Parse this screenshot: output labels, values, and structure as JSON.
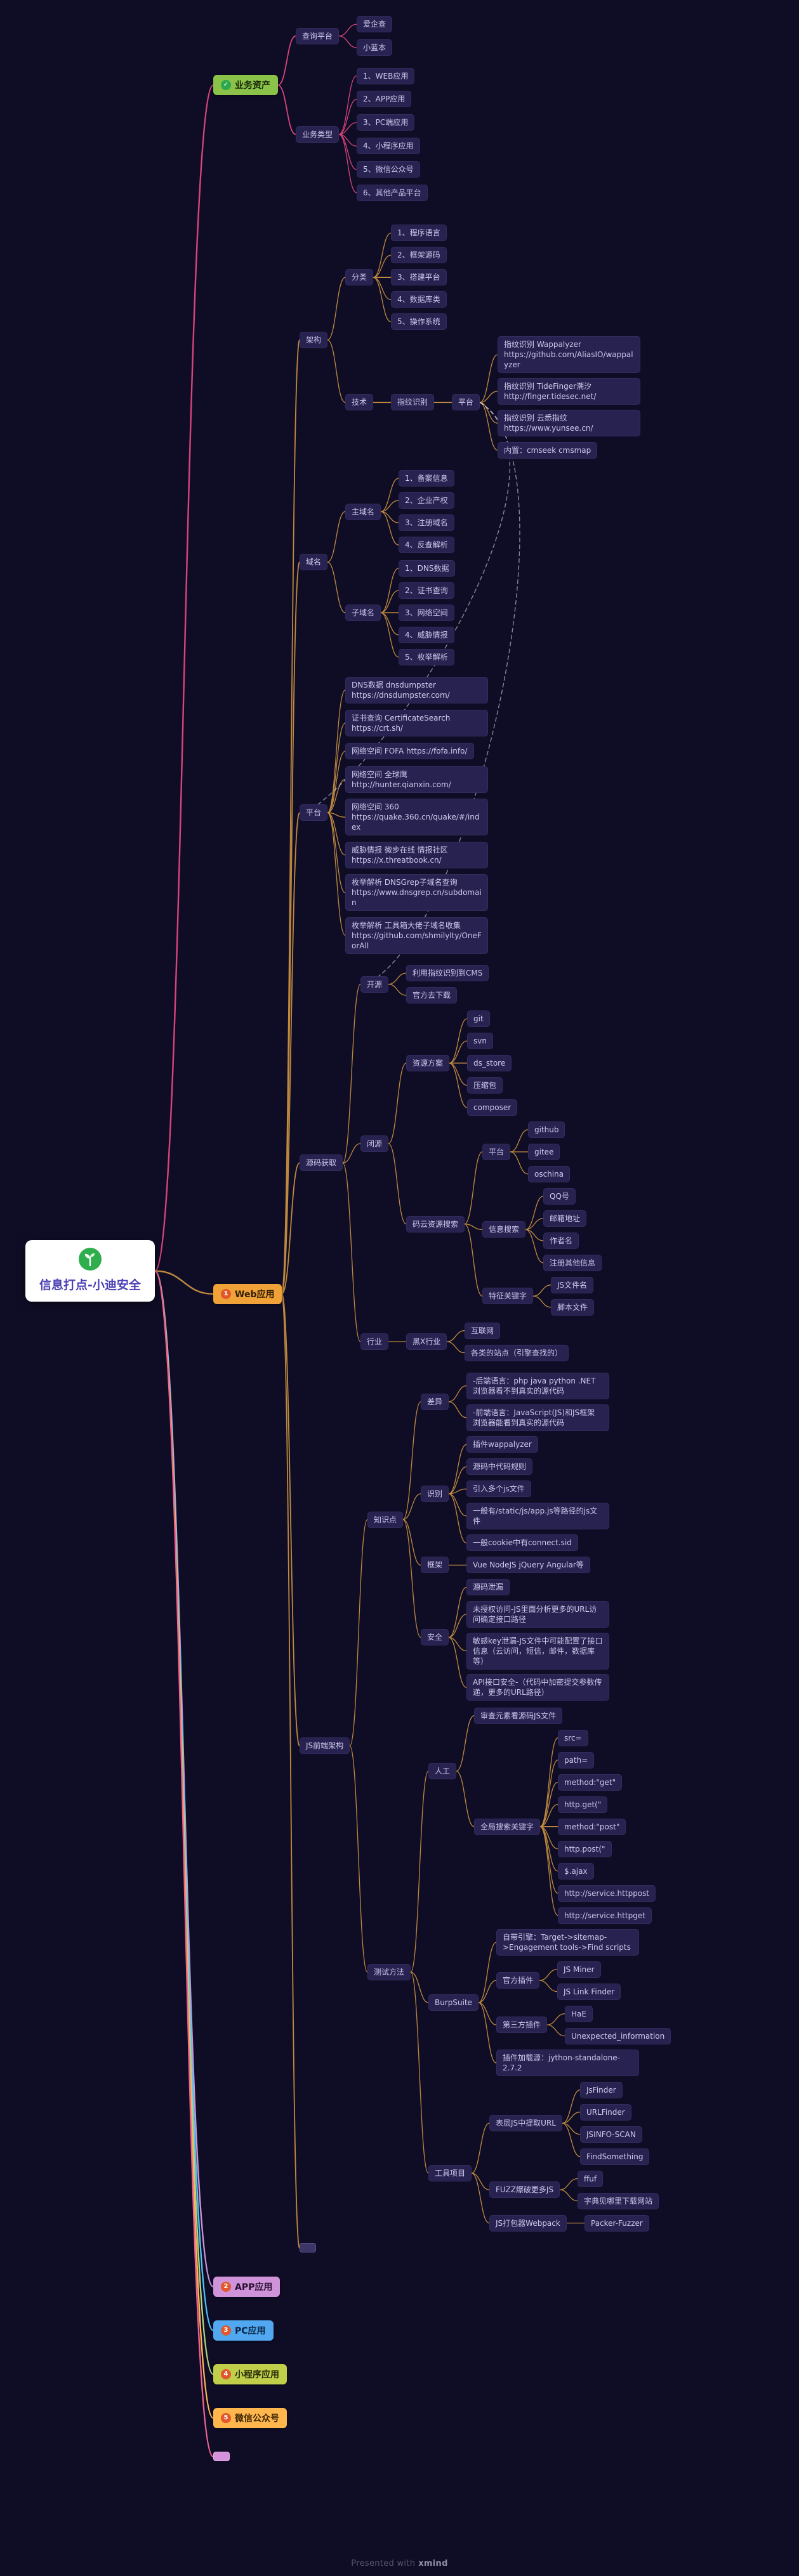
{
  "watermark": {
    "prefix": "Presented with",
    "brand": "xmind"
  },
  "icons": {
    "num1": "1",
    "num2": "2",
    "num3": "3",
    "num4": "4",
    "num5": "5",
    "green-marker": "✓"
  },
  "colors": {
    "background": "#0f0d26",
    "node_fill": "#272250",
    "node_text": "#cfc9ee",
    "root_title": "#4b40b4",
    "branch_business": "#8bc34a",
    "branch_web": "#f0a238",
    "branch_app": "#ce93d8",
    "branch_pc": "#51a8f0",
    "branch_mini": "#c0ce4a",
    "branch_wechat": "#ffb74d",
    "badge": "#e2572b"
  },
  "mindmap": {
    "root": {
      "label": "信息打点-小迪安全",
      "cls": "root",
      "children": [
        {
          "label": "业务资产",
          "cls": "branch green",
          "icon": "green-marker",
          "line": "#d8447c",
          "children": [
            {
              "label": "查询平台",
              "children": [
                {
                  "label": "爱企查"
                },
                {
                  "label": "小蓝本"
                }
              ]
            },
            {
              "label": "业务类型",
              "children": [
                {
                  "label": "1、WEB应用"
                },
                {
                  "label": "2、APP应用"
                },
                {
                  "label": "3、PC端应用"
                },
                {
                  "label": "4、小程序应用"
                },
                {
                  "label": "5、微信公众号"
                },
                {
                  "label": "6、其他产品平台"
                }
              ]
            }
          ]
        },
        {
          "label": "Web应用",
          "cls": "branch orange",
          "icon": "num1",
          "line": "#c08a3e",
          "children": [
            {
              "label": "架构",
              "children": [
                {
                  "label": "分类",
                  "children": [
                    {
                      "label": "1、程序语言"
                    },
                    {
                      "label": "2、框架源码"
                    },
                    {
                      "label": "3、搭建平台"
                    },
                    {
                      "label": "4、数据库类"
                    },
                    {
                      "label": "5、操作系统"
                    }
                  ]
                },
                {
                  "label": "技术",
                  "children": [
                    {
                      "label": "指纹识别",
                      "children": [
                        {
                          "label": "平台",
                          "id": "fp-platform",
                          "children": [
                            {
                              "label": "指纹识别 Wappalyzer https://github.com/AliasIO/wappalyzer"
                            },
                            {
                              "label": "指纹识别 TideFinger潮汐 http://finger.tidesec.net/"
                            },
                            {
                              "label": "指纹识别 云悉指纹 https://www.yunsee.cn/"
                            },
                            {
                              "label": "内置：cmseek cmsmap"
                            }
                          ]
                        }
                      ]
                    }
                  ]
                }
              ]
            },
            {
              "label": "域名",
              "children": [
                {
                  "label": "主域名",
                  "children": [
                    {
                      "label": "1、备案信息"
                    },
                    {
                      "label": "2、企业产权"
                    },
                    {
                      "label": "3、注册域名"
                    },
                    {
                      "label": "4、反查解析"
                    }
                  ]
                },
                {
                  "label": "子域名",
                  "children": [
                    {
                      "label": "1、DNS数据"
                    },
                    {
                      "label": "2、证书查询"
                    },
                    {
                      "label": "3、网络空间"
                    },
                    {
                      "label": "4、威胁情报"
                    },
                    {
                      "label": "5、枚举解析"
                    }
                  ]
                }
              ]
            },
            {
              "label": "平台",
              "id": "domain-platform",
              "children": [
                {
                  "label": "DNS数据 dnsdumpster https://dnsdumpster.com/"
                },
                {
                  "label": "证书查询 CertificateSearch https://crt.sh/"
                },
                {
                  "label": "网络空间 FOFA https://fofa.info/"
                },
                {
                  "label": "网络空间 全球鹰 http://hunter.qianxin.com/"
                },
                {
                  "label": "网络空间 360 https://quake.360.cn/quake/#/index"
                },
                {
                  "label": "威胁情报 微步在线 情报社区 https://x.threatbook.cn/"
                },
                {
                  "label": "枚举解析 DNSGrep子域名查询 https://www.dnsgrep.cn/subdomain"
                },
                {
                  "label": "枚举解析 工具箱大佬子域名收集 https://github.com/shmilylty/OneForAll"
                }
              ]
            },
            {
              "label": "源码获取",
              "children": [
                {
                  "label": "开源",
                  "id": "opensource",
                  "children": [
                    {
                      "label": "利用指纹识别到CMS"
                    },
                    {
                      "label": "官方去下载"
                    }
                  ]
                },
                {
                  "label": "闭源",
                  "children": [
                    {
                      "label": "资源方案",
                      "children": [
                        {
                          "label": "git"
                        },
                        {
                          "label": "svn"
                        },
                        {
                          "label": "ds_store"
                        },
                        {
                          "label": "压缩包"
                        },
                        {
                          "label": "composer"
                        }
                      ]
                    },
                    {
                      "label": "码云资源搜索",
                      "children": [
                        {
                          "label": "平台",
                          "children": [
                            {
                              "label": "github"
                            },
                            {
                              "label": "gitee"
                            },
                            {
                              "label": "oschina"
                            }
                          ]
                        },
                        {
                          "label": "信息搜索",
                          "children": [
                            {
                              "label": "QQ号"
                            },
                            {
                              "label": "邮箱地址"
                            },
                            {
                              "label": "作者名"
                            },
                            {
                              "label": "注册其他信息"
                            }
                          ]
                        },
                        {
                          "label": "特征关键字",
                          "children": [
                            {
                              "label": "JS文件名"
                            },
                            {
                              "label": "脚本文件"
                            }
                          ]
                        }
                      ]
                    }
                  ]
                },
                {
                  "label": "行业",
                  "children": [
                    {
                      "label": "黑X行业",
                      "children": [
                        {
                          "label": "互联网"
                        },
                        {
                          "label": "各类的站点（引擎查找的）"
                        }
                      ]
                    }
                  ]
                }
              ]
            },
            {
              "label": "JS前端架构",
              "children": [
                {
                  "label": "知识点",
                  "children": [
                    {
                      "label": "差异",
                      "children": [
                        {
                          "label": "-后端语言：php java python .NET 浏览器看不到真实的源代码"
                        },
                        {
                          "label": "-前端语言：JavaScript(JS)和JS框架 浏览器能看到真实的源代码"
                        }
                      ]
                    },
                    {
                      "label": "识别",
                      "children": [
                        {
                          "label": "插件wappalyzer"
                        },
                        {
                          "label": "源码中代码规则"
                        },
                        {
                          "label": "引入多个js文件"
                        },
                        {
                          "label": "一般有/static/js/app.js等路径的js文件"
                        },
                        {
                          "label": "一般cookie中有connect.sid"
                        }
                      ]
                    },
                    {
                      "label": "框架",
                      "children": [
                        {
                          "label": "Vue NodeJS jQuery Angular等"
                        }
                      ]
                    },
                    {
                      "label": "安全",
                      "children": [
                        {
                          "label": "源码泄漏"
                        },
                        {
                          "label": "未授权访问-JS里面分析更多的URL访问确定接口路径"
                        },
                        {
                          "label": "敏感key泄漏-JS文件中可能配置了接口信息（云访问，短信，邮件，数据库等）"
                        },
                        {
                          "label": "API接口安全-（代码中加密提交参数传递，更多的URL路径）"
                        }
                      ]
                    }
                  ]
                },
                {
                  "label": "测试方法",
                  "children": [
                    {
                      "label": "人工",
                      "children": [
                        {
                          "label": "审查元素看源码JS文件"
                        },
                        {
                          "label": "全局搜索关键字",
                          "children": [
                            {
                              "label": "src="
                            },
                            {
                              "label": "path="
                            },
                            {
                              "label": "method:\"get\""
                            },
                            {
                              "label": "http.get(\""
                            },
                            {
                              "label": "method:\"post\""
                            },
                            {
                              "label": "http.post(\""
                            },
                            {
                              "label": "$.ajax"
                            },
                            {
                              "label": "http://service.httppost"
                            },
                            {
                              "label": "http://service.httpget"
                            }
                          ]
                        }
                      ]
                    },
                    {
                      "label": "BurpSuite",
                      "children": [
                        {
                          "label": "自带引擎：Target->sitemap->Engagement tools->Find scripts"
                        },
                        {
                          "label": "官方插件",
                          "children": [
                            {
                              "label": "JS Miner"
                            },
                            {
                              "label": "JS Link Finder"
                            }
                          ]
                        },
                        {
                          "label": "第三方插件",
                          "children": [
                            {
                              "label": "HaE"
                            },
                            {
                              "label": "Unexpected_information"
                            }
                          ]
                        },
                        {
                          "label": "插件加载源：jython-standalone-2.7.2"
                        }
                      ]
                    },
                    {
                      "label": "工具项目",
                      "children": [
                        {
                          "label": "表层JS中提取URL",
                          "children": [
                            {
                              "label": "JsFinder"
                            },
                            {
                              "label": "URLFinder"
                            },
                            {
                              "label": "JSINFO-SCAN"
                            },
                            {
                              "label": "FindSomething"
                            }
                          ]
                        },
                        {
                          "label": "FUZZ爆破更多JS",
                          "children": [
                            {
                              "label": "ffuf"
                            },
                            {
                              "label": "字典见哪里下载网站"
                            }
                          ]
                        },
                        {
                          "label": "JS打包器Webpack",
                          "children": [
                            {
                              "label": "Packer-Fuzzer"
                            }
                          ]
                        }
                      ]
                    }
                  ]
                }
              ]
            },
            {
              "label": "",
              "cls": "collapsed dark"
            }
          ]
        },
        {
          "label": "APP应用",
          "cls": "branch purple",
          "icon": "num2",
          "line": "#ce93d8"
        },
        {
          "label": "PC应用",
          "cls": "branch blue",
          "icon": "num3",
          "line": "#4fc3f7"
        },
        {
          "label": "小程序应用",
          "cls": "branch lime",
          "icon": "num4",
          "line": "#aed581"
        },
        {
          "label": "微信公众号",
          "cls": "branch amber",
          "icon": "num5",
          "line": "#ffb74d"
        },
        {
          "label": "",
          "cls": "collapsed pink",
          "line": "#f06292"
        }
      ]
    },
    "relationships": [
      {
        "from": "fp-platform",
        "to": "domain-platform"
      },
      {
        "from": "fp-platform",
        "to": "opensource"
      }
    ]
  }
}
